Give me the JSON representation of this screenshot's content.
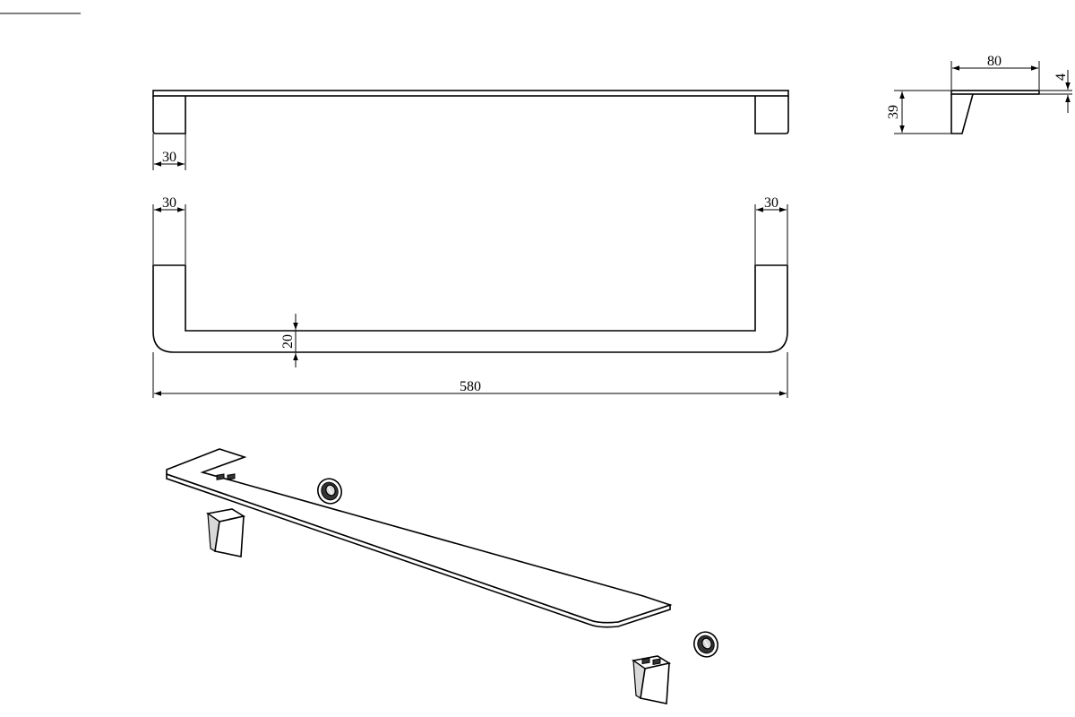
{
  "dimensions": {
    "top_foot_width": "30",
    "front_left_width": "30",
    "front_right_width": "30",
    "bar_thickness": "20",
    "overall_length": "580",
    "side_depth": "80",
    "side_height": "39",
    "side_bar_thickness": "4"
  }
}
